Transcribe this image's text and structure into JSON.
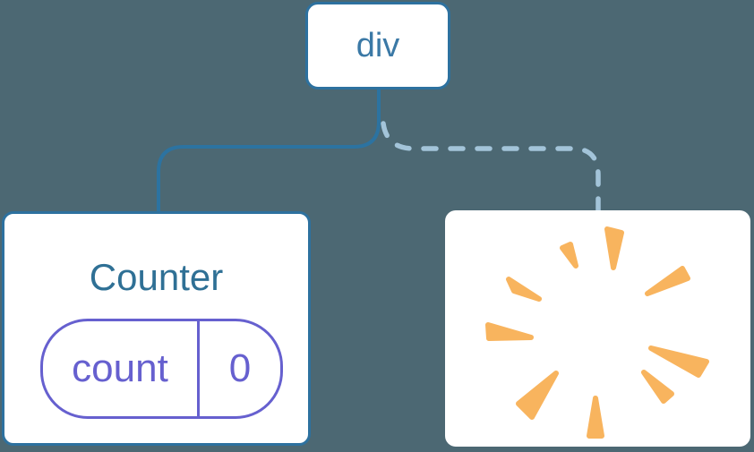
{
  "diagram": {
    "title": "component-tree-state-preservation",
    "root_node": {
      "label": "div"
    },
    "counter_node": {
      "title": "Counter",
      "state_key": "count",
      "state_value": "0"
    },
    "removed_node": {
      "icon": "poof-starburst-icon"
    }
  },
  "colors": {
    "background": "#4C6873",
    "node_fill": "#FFFFFF",
    "node_border_blue": "#2D719F",
    "root_label_blue": "#3B79A6",
    "counter_title_blue": "#2F7095",
    "state_purple": "#6660CF",
    "solid_connector": "#2C73A1",
    "dashed_connector": "#A3C4D9",
    "poof_orange": "#F8B45E"
  }
}
